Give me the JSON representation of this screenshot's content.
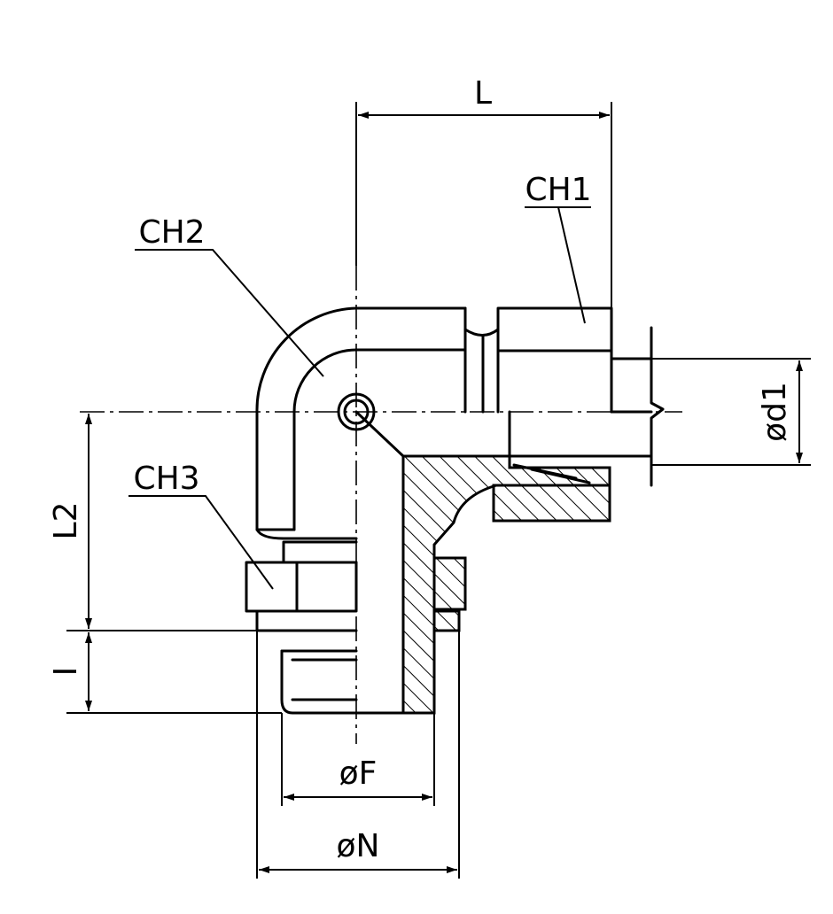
{
  "labels": {
    "L": "L",
    "CH1": "CH1",
    "CH2": "CH2",
    "CH3": "CH3",
    "L2": "L2",
    "I": "I",
    "d1": "ød1",
    "F": "øF",
    "N": "øN"
  }
}
